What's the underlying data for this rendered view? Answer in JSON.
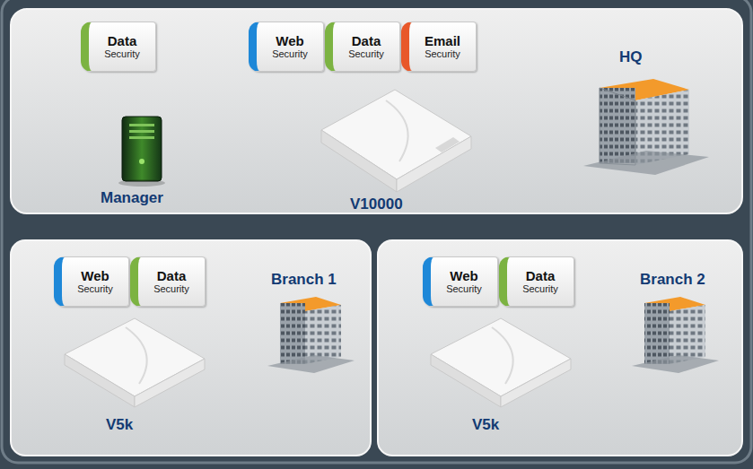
{
  "diagram": {
    "nodes": [
      {
        "text": [
          "HQ"
        ]
      },
      {
        "text": [
          "Data",
          "Security"
        ],
        "in": 0
      },
      {
        "text": [
          "Web",
          "Security"
        ],
        "in": 0
      },
      {
        "text": [
          "Data",
          "Security"
        ],
        "in": 0
      },
      {
        "text": [
          "Email",
          "Security"
        ],
        "in": 0
      },
      {
        "text": [
          "Branch 1"
        ]
      },
      {
        "text": [
          "Web",
          "Security"
        ],
        "in": 5
      },
      {
        "text": [
          "Data",
          "Security"
        ],
        "in": 5
      },
      {
        "text": [
          "Branch 2"
        ]
      },
      {
        "text": [
          "Web",
          "Security"
        ],
        "in": 8
      },
      {
        "text": [
          "Data",
          "Security"
        ],
        "in": 8
      }
    ],
    "labels": [
      "Manager",
      "V10000",
      "V5k",
      "V5k"
    ]
  }
}
